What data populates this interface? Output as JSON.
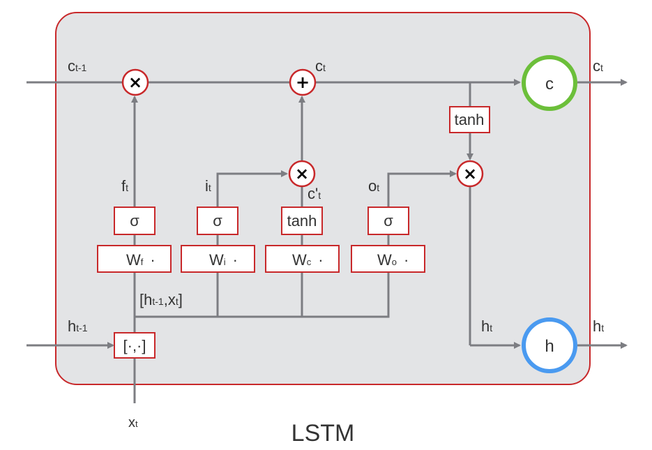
{
  "caption": "LSTM",
  "colors": {
    "cell_fill": "#e3e4e6",
    "cell_border": "#c8282a",
    "arrow": "#7c7d82",
    "op_border": "#c8282a",
    "c_state_ring": "#6cbf3a",
    "h_state_ring": "#4a9af0",
    "text": "#333333"
  },
  "inputs": {
    "c_prev": {
      "base": "c",
      "sub": "t-1"
    },
    "h_prev": {
      "base": "h",
      "sub": "t-1"
    },
    "x_t": {
      "base": "x",
      "sub": "t"
    }
  },
  "outputs": {
    "c_t_top": {
      "base": "c",
      "sub": "t"
    },
    "c_t_out": {
      "base": "c",
      "sub": "t"
    },
    "h_t_inner": {
      "base": "h",
      "sub": "t"
    },
    "h_t_out": {
      "base": "h",
      "sub": "t"
    }
  },
  "gate_signals": {
    "f": {
      "base": "f",
      "sub": "t"
    },
    "i": {
      "base": "i",
      "sub": "t"
    },
    "c_candidate": {
      "base": "c'",
      "sub": "t"
    },
    "o": {
      "base": "o",
      "sub": "t"
    }
  },
  "concat_label": {
    "pre": "[h",
    "sub1": "t-1",
    "mid": ",x",
    "sub2": "t",
    "post": "]"
  },
  "concat_op": "[·,·]",
  "activations": {
    "forget": "σ",
    "input": "σ",
    "candidate": "tanh",
    "output": "σ",
    "cell_out": "tanh"
  },
  "weights": {
    "forget": {
      "base": "W",
      "sub": "f",
      "dot": "·"
    },
    "input": {
      "base": "W",
      "sub": "i",
      "dot": "·"
    },
    "candidate": {
      "base": "W",
      "sub": "c",
      "dot": "·"
    },
    "output": {
      "base": "W",
      "sub": "o",
      "dot": "·"
    }
  },
  "ops": {
    "mul_forget": "×",
    "add": "+",
    "mul_input": "×",
    "mul_output": "×"
  },
  "states": {
    "c": "c",
    "h": "h"
  }
}
